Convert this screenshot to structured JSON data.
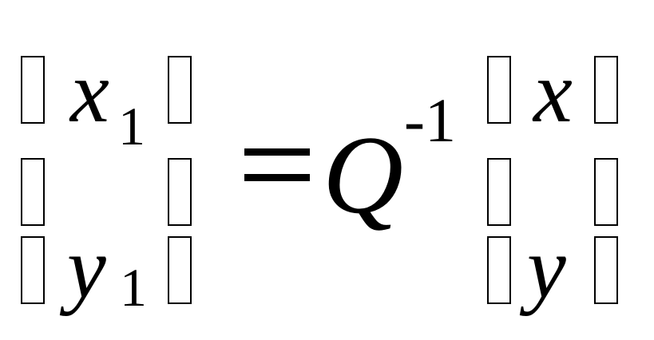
{
  "equation": {
    "lhs": {
      "row1_var": "x",
      "row1_sub": "1",
      "row2_var": "y",
      "row2_sub": "1"
    },
    "operator": "=",
    "matrix_symbol": "Q",
    "exponent": "-1",
    "rhs": {
      "row1_var": "x",
      "row2_var": "y"
    }
  },
  "bracket_glyph": "missing-glyph-box"
}
